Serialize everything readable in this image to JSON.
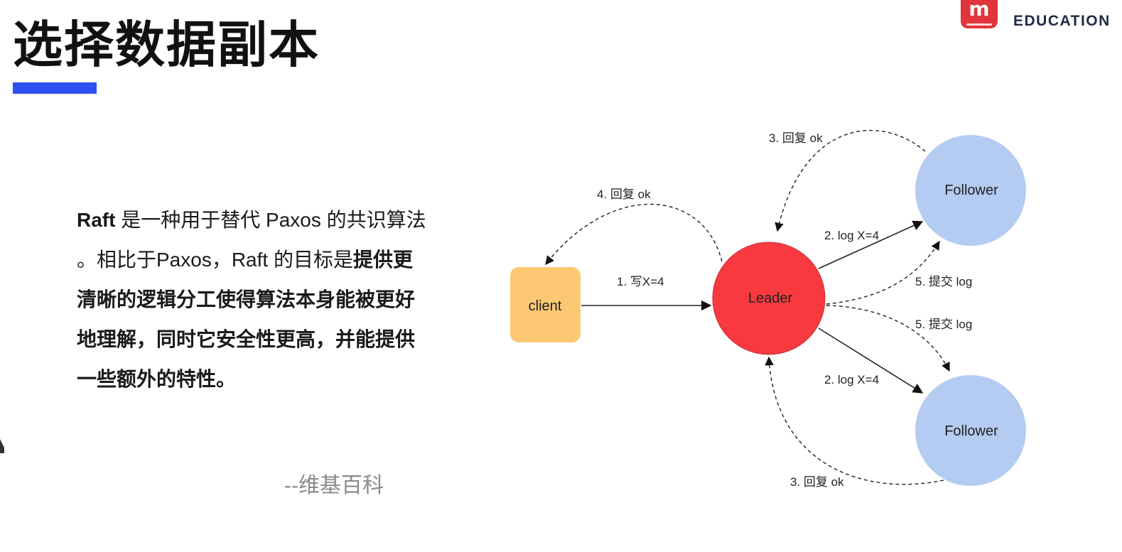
{
  "page": {
    "title": "选择数据副本",
    "accent_color": "#2f4ff0"
  },
  "logo": {
    "text": "EDUCATION",
    "icon": "pingcap-logo-icon",
    "color": "#e0353b"
  },
  "quote": {
    "term": "Raft",
    "part1": " 是一种用于替代 Paxos 的共识算法 。相比于Paxos，Raft 的目标是",
    "emphasis": "提供更清晰的逻辑分工使得算法本身能被更好地理解，同时它安全性更高，并能提供一些额外的特性。",
    "source": "--维基百科"
  },
  "diagram": {
    "nodes": {
      "client": {
        "label": "client",
        "color": "#fcc873"
      },
      "leader": {
        "label": "Leader",
        "color": "#f83a40"
      },
      "follower_top": {
        "label": "Follower",
        "color": "#b4cbf2"
      },
      "follower_bottom": {
        "label": "Follower",
        "color": "#b4cbf2"
      }
    },
    "edges": {
      "write": "1. 写X=4",
      "log_top": "2. log X=4",
      "log_bottom": "2. log X=4",
      "reply_top": "3. 回复 ok",
      "reply_bottom": "3. 回复 ok",
      "reply_client": "4. 回复 ok",
      "commit_top": "5. 提交 log",
      "commit_bottom": "5. 提交 log"
    }
  }
}
